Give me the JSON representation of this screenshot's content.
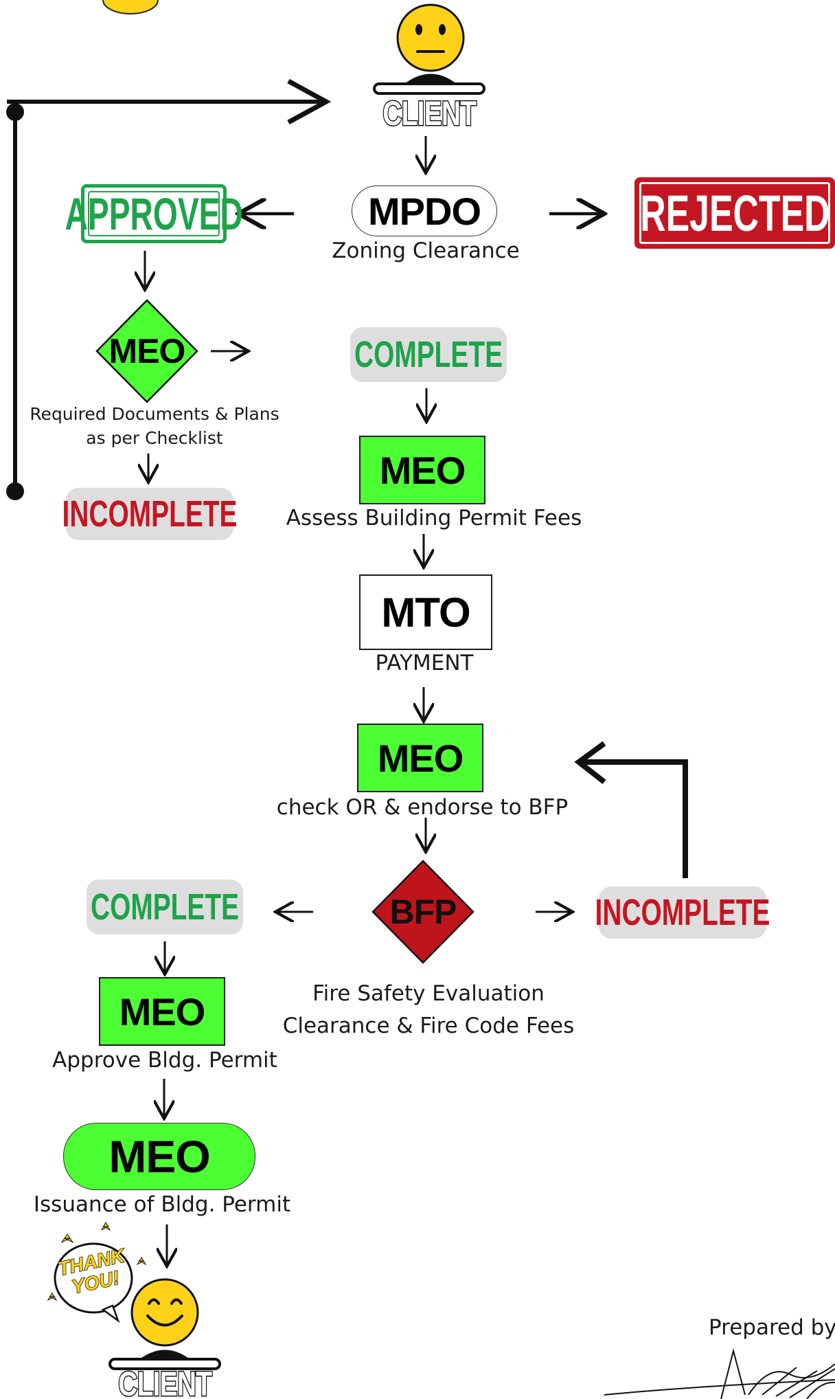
{
  "nodes": {
    "client_top": "CLIENT",
    "mpdo": "MPDO",
    "mpdo_caption": "Zoning Clearance",
    "approved": "APPROVED",
    "rejected": "REJECTED",
    "meo_diamond": "MEO",
    "meo_diamond_caption_1": "Required Documents & Plans",
    "meo_diamond_caption_2": "as per Checklist",
    "incomplete_1": "INCOMPLETE",
    "complete_1": "COMPLETE",
    "meo_assess": "MEO",
    "meo_assess_caption": "Assess Building Permit Fees",
    "mto": "MTO",
    "mto_caption": "PAYMENT",
    "meo_check": "MEO",
    "meo_check_caption": "check OR & endorse to BFP",
    "bfp": "BFP",
    "bfp_caption_1": "Fire Safety Evaluation",
    "bfp_caption_2": "Clearance & Fire Code Fees",
    "complete_2": "COMPLETE",
    "incomplete_2": "INCOMPLETE",
    "meo_approve": "MEO",
    "meo_approve_caption": "Approve Bldg. Permit",
    "meo_issue": "MEO",
    "meo_issue_caption": "Issuance of Bldg. Permit",
    "thank_you_1": "THANK",
    "thank_you_2": "YOU!",
    "client_bottom": "CLIENT"
  },
  "footer": {
    "prepared_by": "Prepared by"
  },
  "colors": {
    "meo_green": "#4cff33",
    "approved_green": "#1ea34a",
    "rejected_red": "#c41622",
    "bfp_red": "#c0141c",
    "face_yellow": "#ffd21a",
    "pill_gray": "#dedede"
  },
  "icons": [
    "neutral-face-icon",
    "smiling-face-icon",
    "thank-you-bubble-icon",
    "signature-icon"
  ]
}
